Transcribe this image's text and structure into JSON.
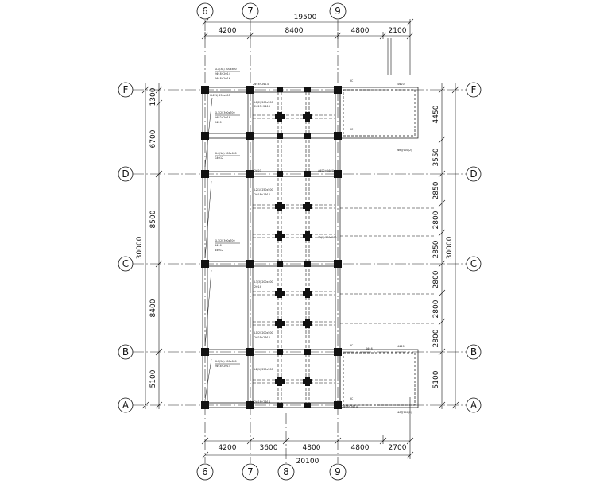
{
  "axes_top": [
    {
      "id": "top-6",
      "label": "6"
    },
    {
      "id": "top-7",
      "label": "7"
    },
    {
      "id": "top-9",
      "label": "9"
    }
  ],
  "axes_bottom": [
    {
      "id": "bot-6",
      "label": "6"
    },
    {
      "id": "bot-7",
      "label": "7"
    },
    {
      "id": "bot-8",
      "label": "8"
    },
    {
      "id": "bot-9",
      "label": "9"
    }
  ],
  "axes_left": [
    {
      "id": "left-F",
      "label": "F"
    },
    {
      "id": "left-D",
      "label": "D"
    },
    {
      "id": "left-C",
      "label": "C"
    },
    {
      "id": "left-B",
      "label": "B"
    },
    {
      "id": "left-A",
      "label": "A"
    }
  ],
  "axes_right": [
    {
      "id": "right-F",
      "label": "F"
    },
    {
      "id": "right-D",
      "label": "D"
    },
    {
      "id": "right-C",
      "label": "C"
    },
    {
      "id": "right-B",
      "label": "B"
    },
    {
      "id": "right-A",
      "label": "A"
    }
  ],
  "dims_top_overall": "19500",
  "dims_top": [
    "4200",
    "8400",
    "4800",
    "2100"
  ],
  "dims_bottom": [
    "4200",
    "3600",
    "4800",
    "4800",
    "2700"
  ],
  "dims_bottom_overall": "20100",
  "dims_left": [
    "1300",
    "6700",
    "8500",
    "8400",
    "5100"
  ],
  "dims_left_overall": "30000",
  "dims_right": [
    "4450",
    "3550",
    "2850",
    "2800",
    "2850",
    "2800",
    "2800",
    "2800",
    "5100"
  ],
  "dims_right_overall": "30000",
  "annotations": [
    "KL1(3A) 300x800",
    "2Φ18+2Φ14",
    "4Φ18+2Φ16",
    "KL2(1) 250x600",
    "2Φ16+2Φ14",
    "L1(2) 200x500",
    "2Φ25+2Φ16",
    "XC",
    "4Φ20",
    "Φ8@100(2)",
    "KL3(2) 300x700",
    "2Φ22+2Φ18",
    "3Φ20",
    "L2(1) 250x500",
    "2Φ18+1Φ16",
    "KL4(1A) 300x600",
    "G4Φ12",
    "2Φ20",
    "4Φ22+2Φ20",
    "4Φ16",
    "N4Φ12",
    "L3(3) 200x400",
    "2Φ14"
  ]
}
